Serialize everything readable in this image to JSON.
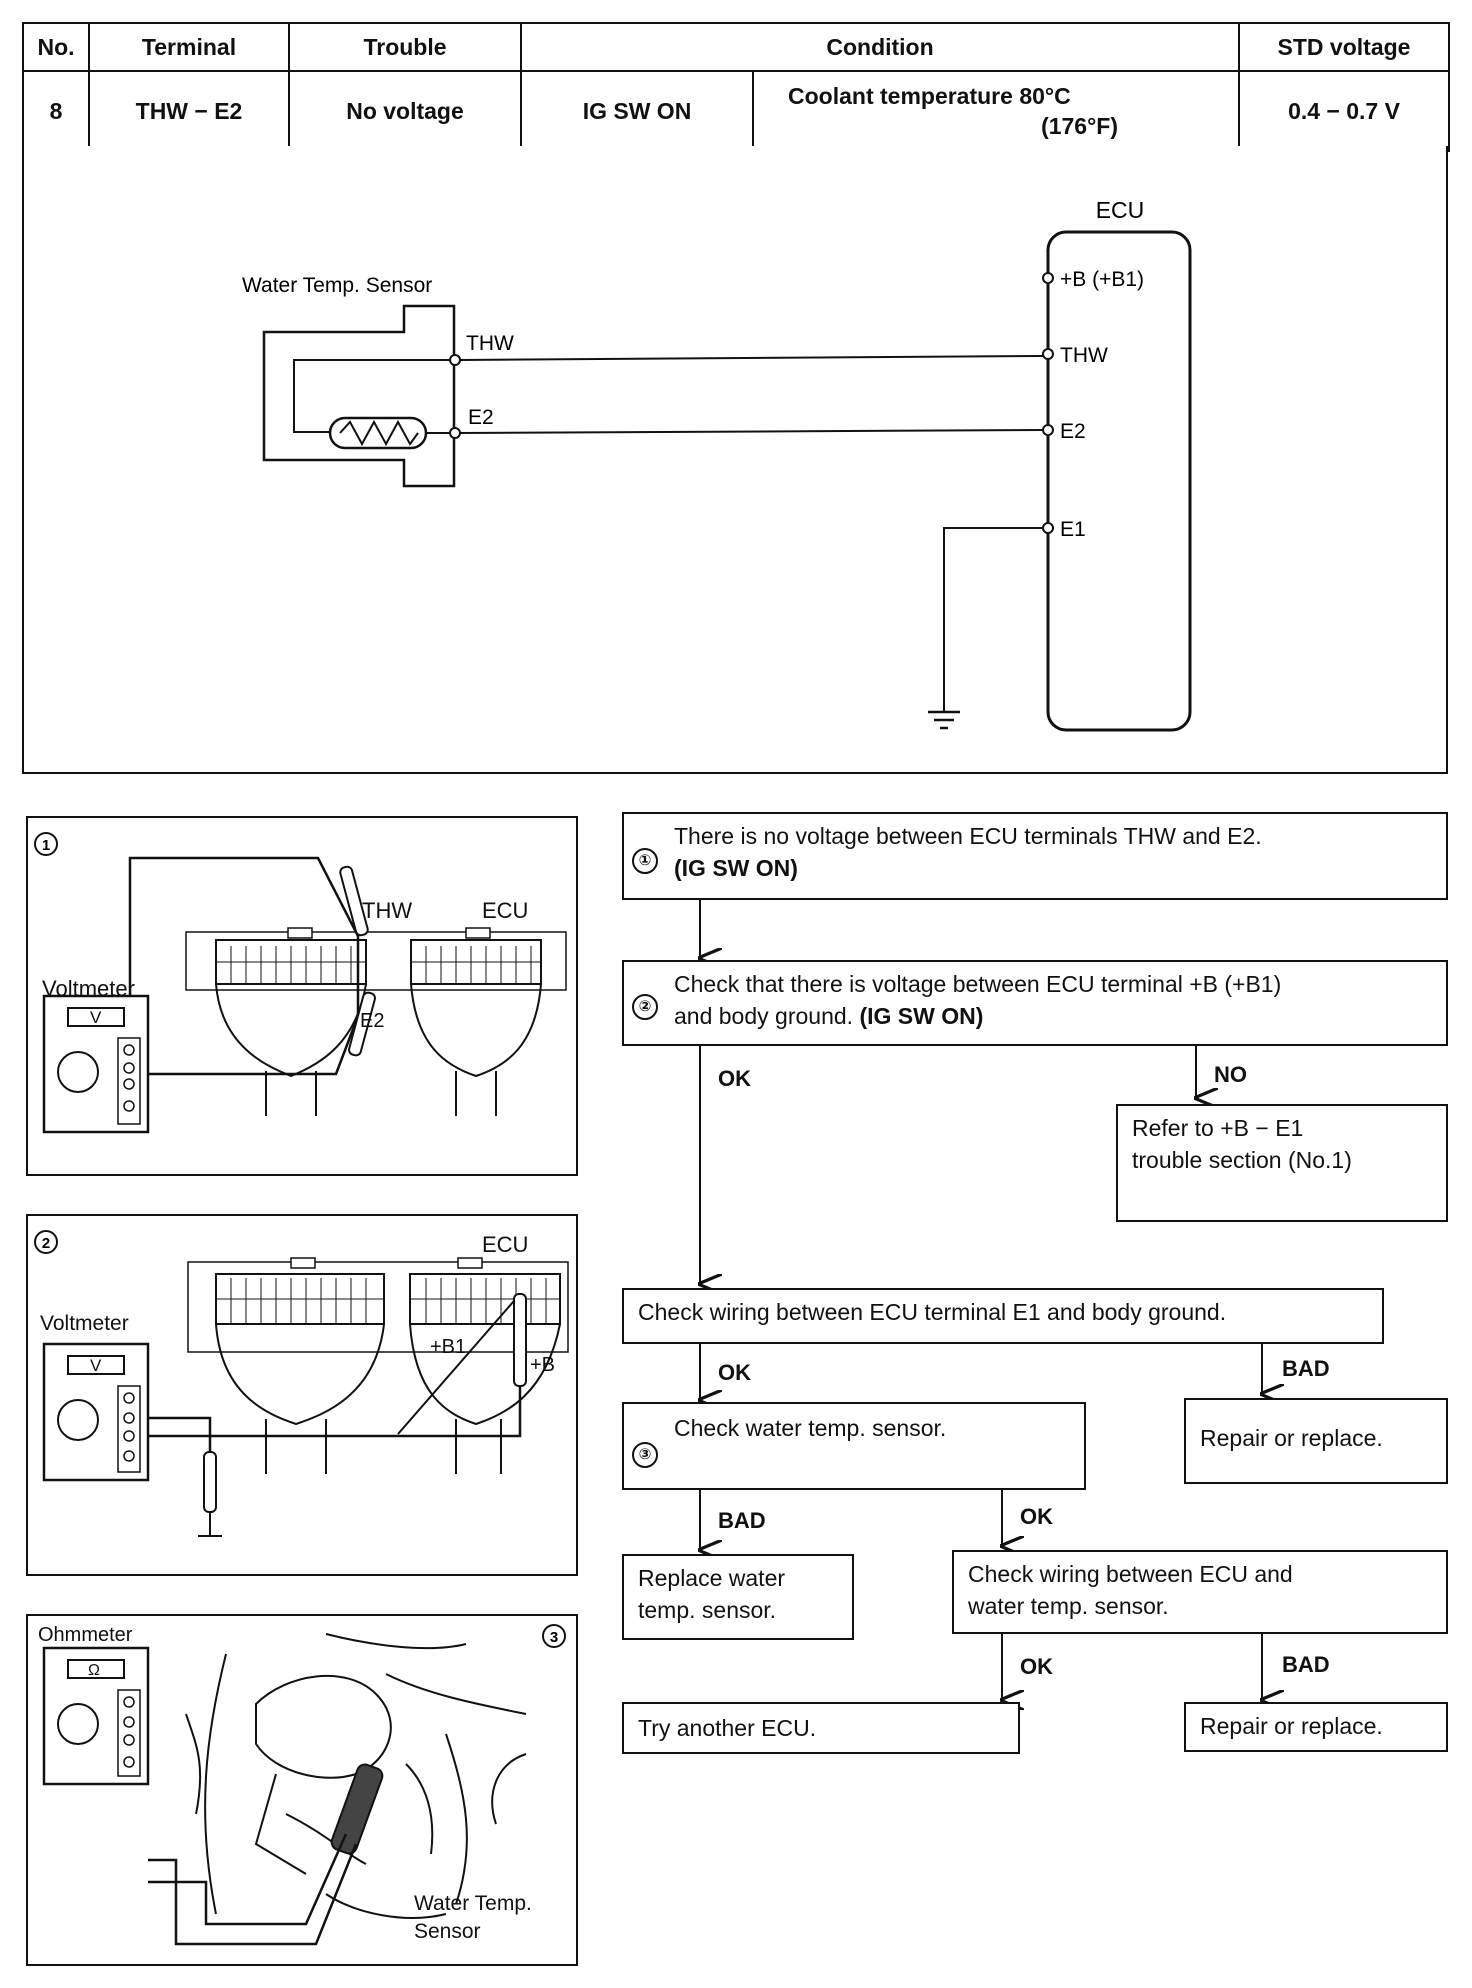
{
  "table": {
    "headers": {
      "no": "No.",
      "terminal": "Terminal",
      "trouble": "Trouble",
      "condition": "Condition",
      "std_voltage": "STD voltage"
    },
    "row": {
      "no": "8",
      "terminal": "THW − E2",
      "trouble": "No voltage",
      "condition_switch": "IG SW ON",
      "condition_temp_line1": "Coolant temperature 80°C",
      "condition_temp_line2": "(176°F)",
      "std_voltage": "0.4 − 0.7 V"
    }
  },
  "circuit": {
    "ecu_label": "ECU",
    "sensor_label": "Water Temp. Sensor",
    "sensor_terminals": [
      "THW",
      "E2"
    ],
    "ecu_terminals": [
      "+B (+B1)",
      "THW",
      "E2",
      "E1"
    ]
  },
  "figures": {
    "fig1": {
      "num": "①",
      "meter": "Voltmeter",
      "meter_symbol": "V",
      "labels": [
        "THW",
        "ECU",
        "E2"
      ]
    },
    "fig2": {
      "num": "②",
      "meter": "Voltmeter",
      "meter_symbol": "V",
      "labels": [
        "ECU",
        "+B1",
        "+B"
      ]
    },
    "fig3": {
      "num": "③",
      "meter": "Ohmmeter",
      "meter_symbol": "Ω",
      "sensor_line1": "Water Temp.",
      "sensor_line2": "Sensor"
    }
  },
  "flowchart": {
    "step1": {
      "num": "①",
      "text": "There is no voltage between ECU terminals THW and E2.",
      "cond": "(IG SW ON)"
    },
    "step2": {
      "num": "②",
      "text1": "Check that there is voltage between ECU terminal  +B (+B1)",
      "text2": "and body ground.",
      "cond": "(IG SW ON)"
    },
    "ok1": "OK",
    "no1": "NO",
    "refer_line1": "Refer to  +B − E1",
    "refer_line2": "trouble section (No.1)",
    "check_e1": "Check wiring between ECU terminal E1 and body ground.",
    "ok2": "OK",
    "bad1": "BAD",
    "repair1": "Repair or replace.",
    "step3": {
      "num": "③",
      "text": "Check water temp. sensor."
    },
    "bad2": "BAD",
    "ok3": "OK",
    "replace_line1": "Replace water",
    "replace_line2": "temp. sensor.",
    "check_wiring_line1": "Check wiring between ECU and",
    "check_wiring_line2": "water temp. sensor.",
    "ok4": "OK",
    "bad3": "BAD",
    "try_ecu": "Try another ECU.",
    "repair2": "Repair or replace."
  }
}
